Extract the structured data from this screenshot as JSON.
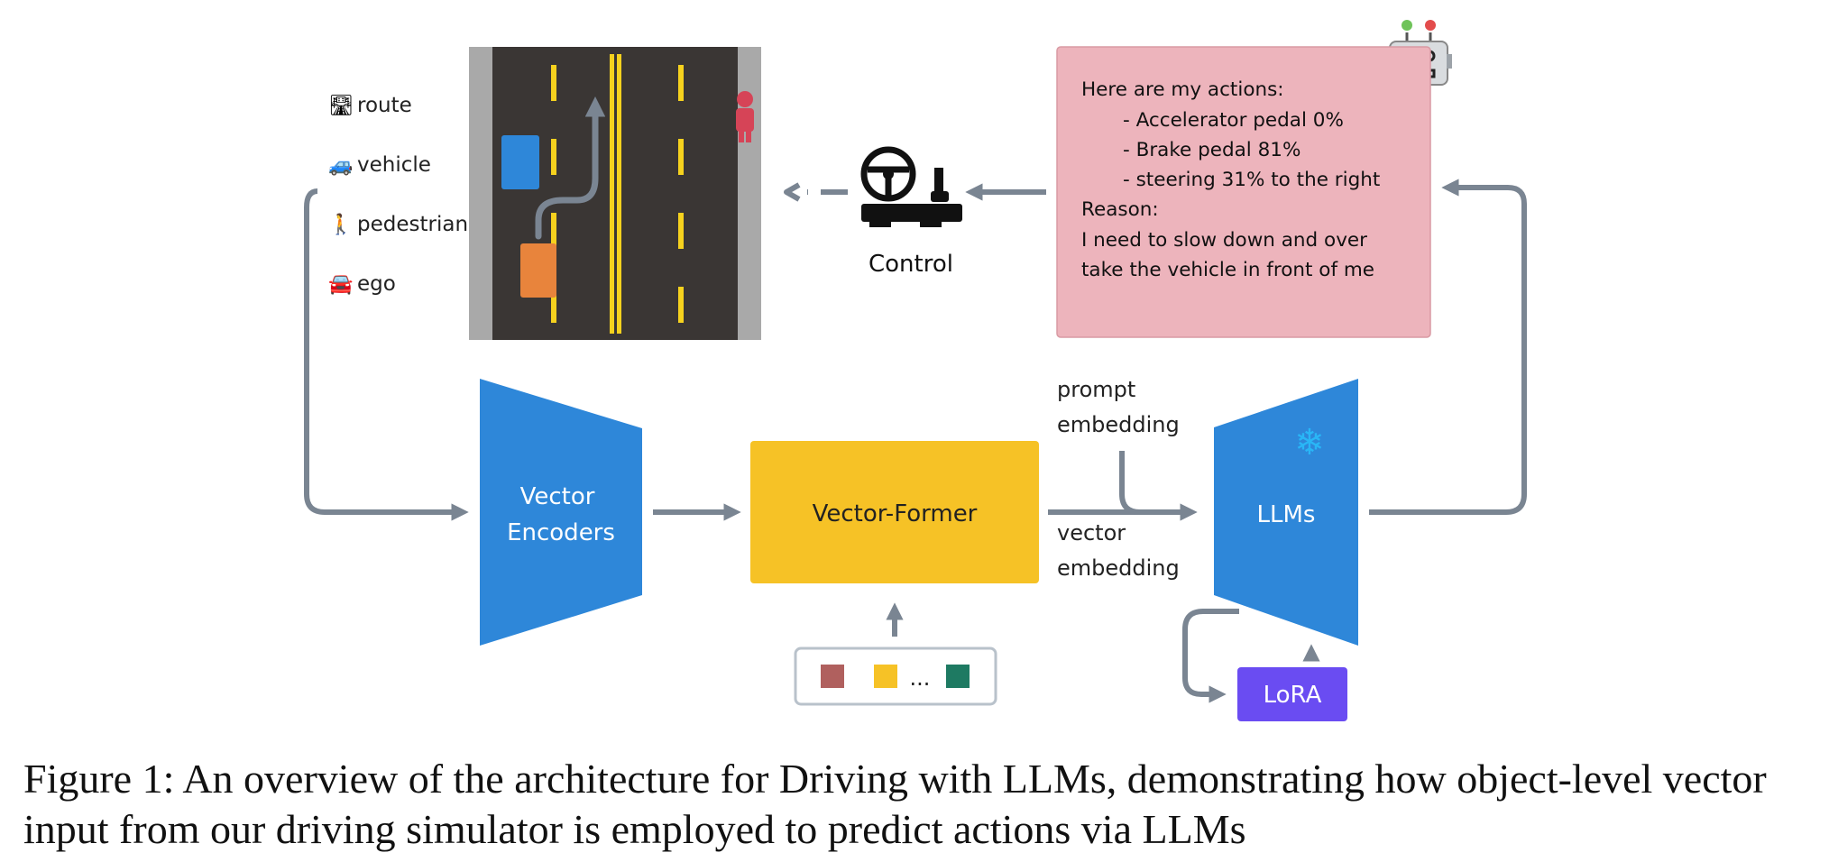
{
  "legend": {
    "items": [
      {
        "glyph": "🛣",
        "label": "route"
      },
      {
        "glyph": "🚙",
        "label": "vehicle"
      },
      {
        "glyph": "🚶",
        "label": "pedestrian"
      },
      {
        "glyph": "🚘",
        "label": "ego"
      }
    ]
  },
  "control": {
    "label": "Control"
  },
  "actions": {
    "lines": [
      "Here are my actions:",
      "- Accelerator pedal 0%",
      "- Brake pedal 81%",
      "- steering 31% to the right",
      "Reason:",
      "I need to slow down and over",
      "take the vehicle in front of me"
    ]
  },
  "encoder": {
    "line1": "Vector",
    "line2": "Encoders"
  },
  "former": {
    "label": "Vector-Former"
  },
  "llm": {
    "label": "LLMs",
    "frozen_glyph": "❄"
  },
  "prompt_embedding": {
    "line1": "prompt",
    "line2": "embedding"
  },
  "vector_embedding": {
    "line1": "vector",
    "line2": "embedding"
  },
  "lora": {
    "label": "LoRA"
  },
  "tokens": {
    "ellipsis": "..."
  },
  "caption": {
    "text": "Figure 1: An overview of the architecture for Driving with LLMs, demonstrating how object-level vector input from our driving simulator is employed to predict actions via LLMs"
  },
  "colors": {
    "arrow": "#7a8592",
    "blue": "#2e87d9",
    "yellow": "#f6c226",
    "pink": "#edb4bc",
    "lora": "#6a4cf2",
    "road": "#3a3634",
    "orange": "#e8843c",
    "pedestrian": "#d64457",
    "token_red": "#b0605e",
    "token_yellow": "#f6c226",
    "token_green": "#1e7a62"
  }
}
